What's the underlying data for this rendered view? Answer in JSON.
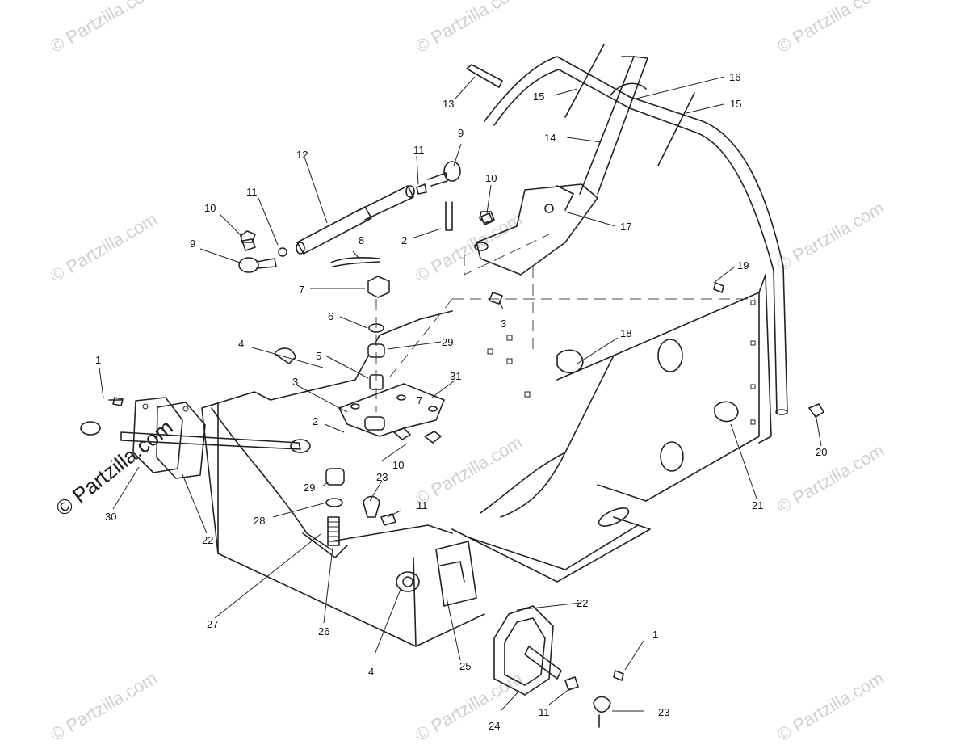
{
  "watermark": {
    "text": "© Partzilla.com",
    "color": "#d0d0d0",
    "emphasis_color": "#1a1a1a"
  },
  "callouts": {
    "c1_left": "1",
    "c1_right": "1",
    "c2_upper": "2",
    "c2_lower": "2",
    "c3_upper": "3",
    "c3_lower": "3",
    "c4_upper": "4",
    "c4_lower": "4",
    "c5": "5",
    "c6": "6",
    "c7_nut": "7",
    "c7_plate": "7",
    "c8": "8",
    "c9_left": "9",
    "c9_right": "9",
    "c10_left": "10",
    "c10_mid": "10",
    "c10_lower": "10",
    "c11_left": "11",
    "c11_right": "11",
    "c11_mid": "11",
    "c11_lower": "11",
    "c12": "12",
    "c13": "13",
    "c14": "14",
    "c15_left": "15",
    "c15_right": "15",
    "c16": "16",
    "c17": "17",
    "c18": "18",
    "c19": "19",
    "c20": "20",
    "c21": "21",
    "c22_left": "22",
    "c22_right": "22",
    "c23_mid": "23",
    "c23_lower": "23",
    "c24": "24",
    "c25": "25",
    "c26": "26",
    "c27": "27",
    "c28": "28",
    "c29_upper": "29",
    "c29_lower": "29",
    "c30": "30",
    "c31": "31"
  }
}
